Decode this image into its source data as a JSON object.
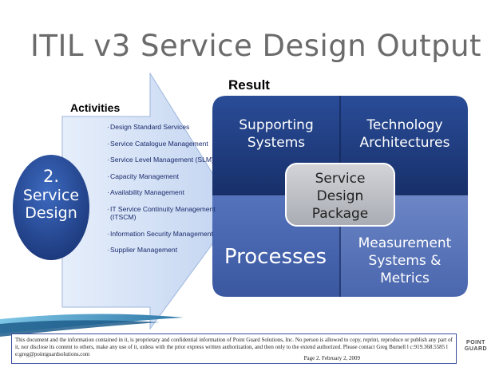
{
  "slide": {
    "title": "ITIL v3 Service Design Output",
    "result_label": "Result",
    "activities_label": "Activities"
  },
  "service_design": {
    "number": "2.",
    "word1": "Service",
    "word2": "Design"
  },
  "activities": [
    "Design Standard Services",
    "Service Catalogue Management",
    "Service Level Management (SLM)",
    "Capacity Management",
    "Availability Management",
    "IT Service Continuity Management (ITSCM)",
    "Information Security Management",
    "Supplier Management"
  ],
  "quadrants": {
    "supporting_line1": "Supporting",
    "supporting_line2": "Systems",
    "technology_line1": "Technology",
    "technology_line2": "Architectures",
    "processes": "Processes",
    "measurement_line1": "Measurement",
    "measurement_line2": "Systems &",
    "measurement_line3": "Metrics"
  },
  "package": {
    "line1": "Service",
    "line2": "Design",
    "line3": "Package"
  },
  "footer": {
    "disclaimer": "This document and the information contained in it, is proprietary and confidential information of Point Guard Solutions, Inc. No person is allowed to copy, reprint, reproduce or publish any part of it, nor disclose its content to others, make any use of it, unless with the prior express written authorization, and then only to the extend authorized. Please contact Greg Burnell l c:919.368.5585 l e:greg@pointguardsolutions.com",
    "page": "Page 2.",
    "date": "February 2, 2009"
  },
  "logo": {
    "line1": "POINT",
    "line2": "GUARD"
  },
  "colors": {
    "dark_blue": "#1f3a7a",
    "mid_blue": "#4766b0",
    "light_blue": "#6a86c8",
    "arrow_fill": "#d4e1f5",
    "title_gray": "#6b6b6b"
  }
}
